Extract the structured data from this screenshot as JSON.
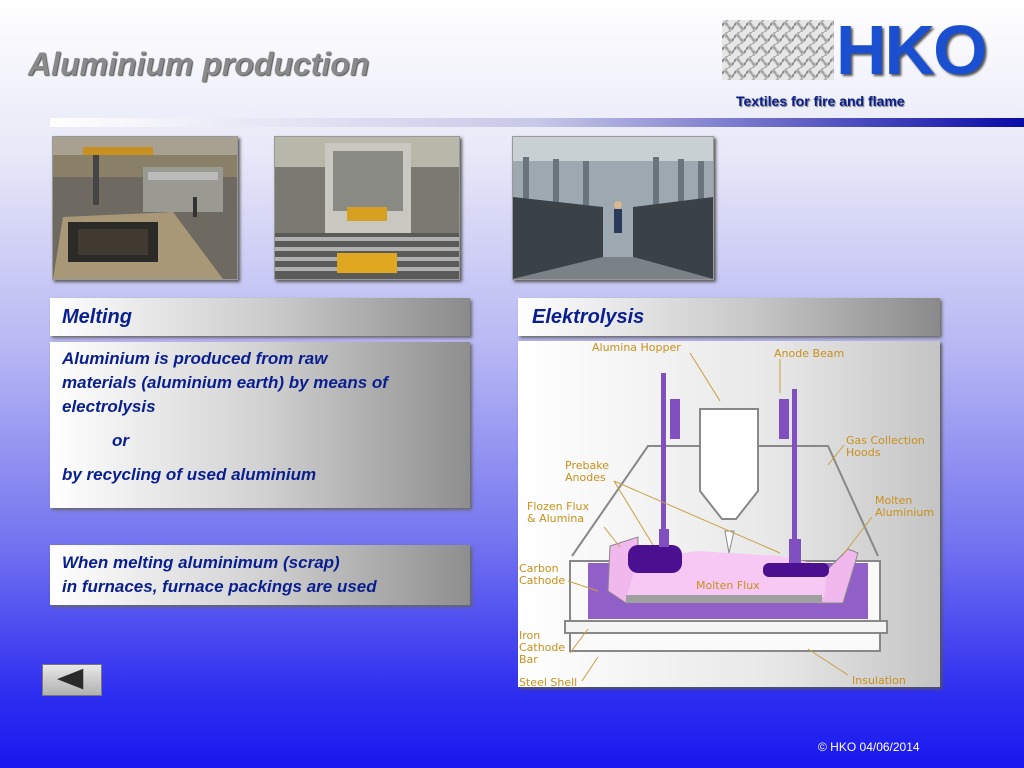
{
  "title": "Aluminium production",
  "logo": {
    "text": "HKO",
    "tagline": "Textiles for fire and flame"
  },
  "melting": {
    "heading": "Melting",
    "line1": "Aluminium is produced from raw",
    "line2": "materials (aluminium earth) by means of",
    "line3": "electrolysis",
    "or": "or",
    "line4": "by recycling of used aluminium",
    "note_line1": "When melting aluminimum (scrap)",
    "note_line2": "in furnaces,  furnace packings are used"
  },
  "electrolysis": {
    "heading": "Elektrolysis",
    "labels": {
      "alumina_hopper": "Alumina Hopper",
      "anode_beam": "Anode Beam",
      "gas_collection_1": "Gas Collection",
      "gas_collection_2": "Hoods",
      "prebake_1": "Prebake",
      "prebake_2": "Anodes",
      "frozen_1": "Flozen Flux",
      "frozen_2": "& Alumina",
      "molten_alu_1": "Molten",
      "molten_alu_2": "Aluminium",
      "carbon_1": "Carbon",
      "carbon_2": "Cathode",
      "molten_flux": "Molten Flux",
      "iron_1": "Iron",
      "iron_2": "Cathode",
      "iron_3": "Bar",
      "steel_shell": "Steel Shell",
      "insulation": "Insulation"
    }
  },
  "icons": {
    "back": "back-arrow-icon"
  },
  "colors": {
    "heading_text": "#0a1f8f",
    "logo_blue": "#1a4fd0",
    "diagram_purple": "#9060c8"
  },
  "footer": {
    "copyright": "© HKO 04/06/2014"
  }
}
